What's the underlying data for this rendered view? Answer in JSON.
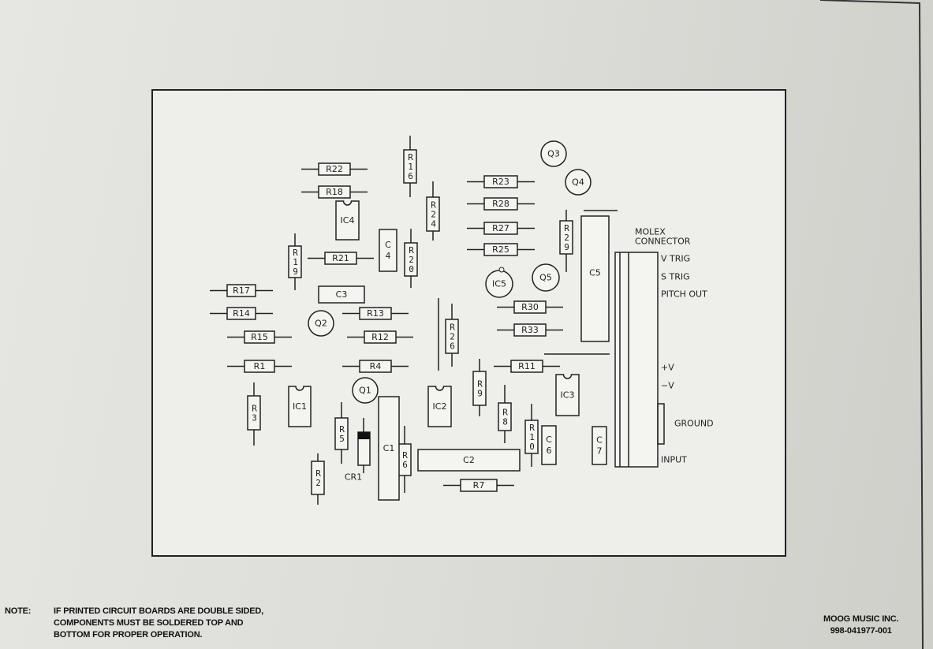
{
  "board": {
    "resistors_h": [
      "R22",
      "R18",
      "R23",
      "R28",
      "R27",
      "R25",
      "R21",
      "R17",
      "R14",
      "R13",
      "R15",
      "R12",
      "R1",
      "R4",
      "R30",
      "R33",
      "R11",
      "R7"
    ],
    "resistors_v": [
      "R16",
      "R24",
      "R20",
      "R19",
      "R29",
      "R26",
      "R3",
      "R9",
      "R8",
      "R5",
      "R6",
      "R2",
      "R10"
    ],
    "capacitors": [
      "C4",
      "C3",
      "C5",
      "C1",
      "C2",
      "C6",
      "C7"
    ],
    "ics": [
      "IC4",
      "IC1",
      "IC2",
      "IC3"
    ],
    "transistors": [
      "Q3",
      "Q4",
      "Q5",
      "IC5",
      "Q2",
      "Q1"
    ],
    "diode": "CR1",
    "connector": {
      "title_line1": "MOLEX",
      "title_line2": "CONNECTOR",
      "pins": [
        "V TRIG",
        "S TRIG",
        "PITCH OUT",
        "+V",
        "−V",
        "GROUND",
        "INPUT"
      ]
    }
  },
  "note": {
    "label": "NOTE:",
    "lines": [
      "IF PRINTED CIRCUIT BOARDS ARE DOUBLE SIDED,",
      "COMPONENTS MUST BE SOLDERED TOP AND",
      "BOTTOM FOR PROPER OPERATION."
    ]
  },
  "footer": {
    "company": "MOOG MUSIC INC.",
    "part_number": "998-041977-001"
  }
}
